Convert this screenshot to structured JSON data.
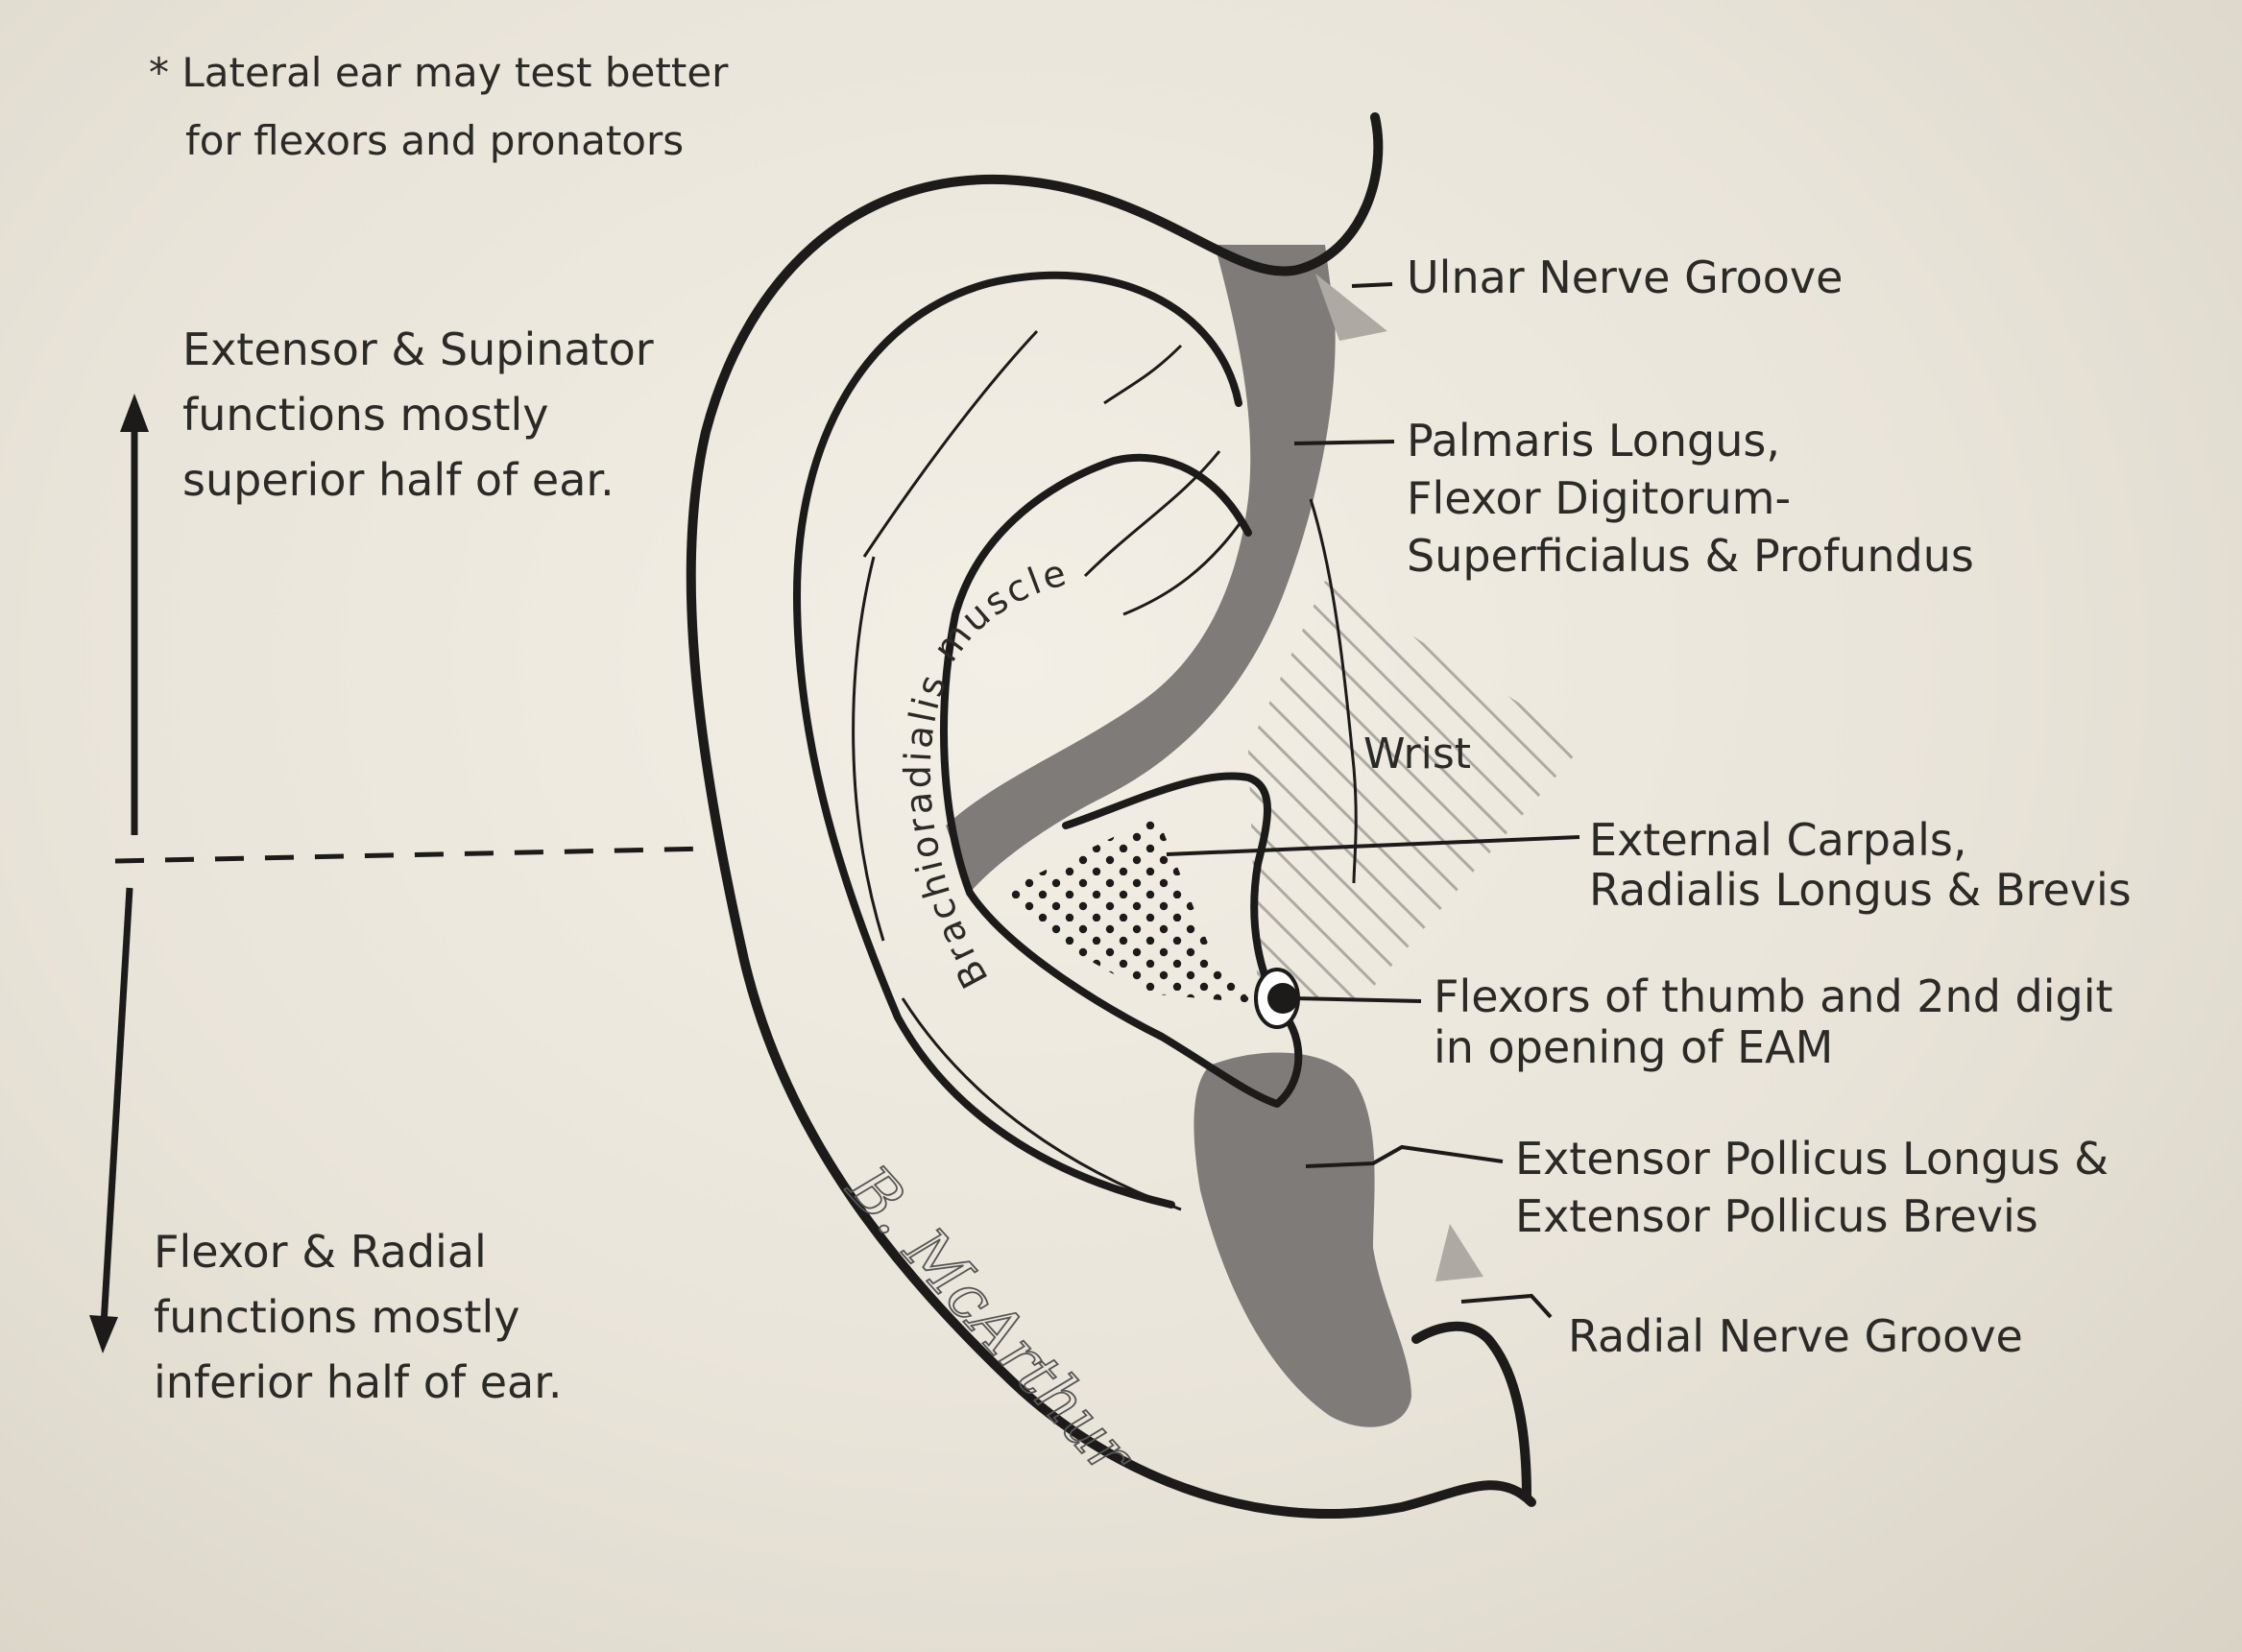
{
  "note": {
    "line1": "* Lateral ear may test better",
    "line2": "for flexors and pronators"
  },
  "superior": {
    "line1": "Extensor & Supinator",
    "line2": "functions mostly",
    "line3": "superior half of ear."
  },
  "inferior": {
    "line1": "Flexor & Radial",
    "line2": "functions mostly",
    "line3": "inferior half of ear."
  },
  "labels": {
    "ulnar_nerve_groove": "Ulnar Nerve Groove",
    "palmaris": {
      "line1": "Palmaris Longus,",
      "line2": "Flexor Digitorum-",
      "line3": "Superficialus & Profundus"
    },
    "wrist": "Wrist",
    "external_carpals": {
      "line1": "External Carpals,",
      "line2": "Radialis Longus & Brevis"
    },
    "flexors_thumb": {
      "line1": "Flexors of thumb and 2nd digit",
      "line2": "in opening of EAM"
    },
    "extensor_pollicus": {
      "line1": "Extensor Pollicus Longus &",
      "line2": "Extensor Pollicus Brevis"
    },
    "radial_nerve_groove": "Radial Nerve Groove",
    "brachioradialis": "Brachioradialis muscle"
  },
  "signature": "B. McArthur",
  "colors": {
    "line": "#1c1b19",
    "gray_band": "#7e7b78",
    "hatch": "#aeaaa3",
    "dots": "#1c1b19"
  }
}
